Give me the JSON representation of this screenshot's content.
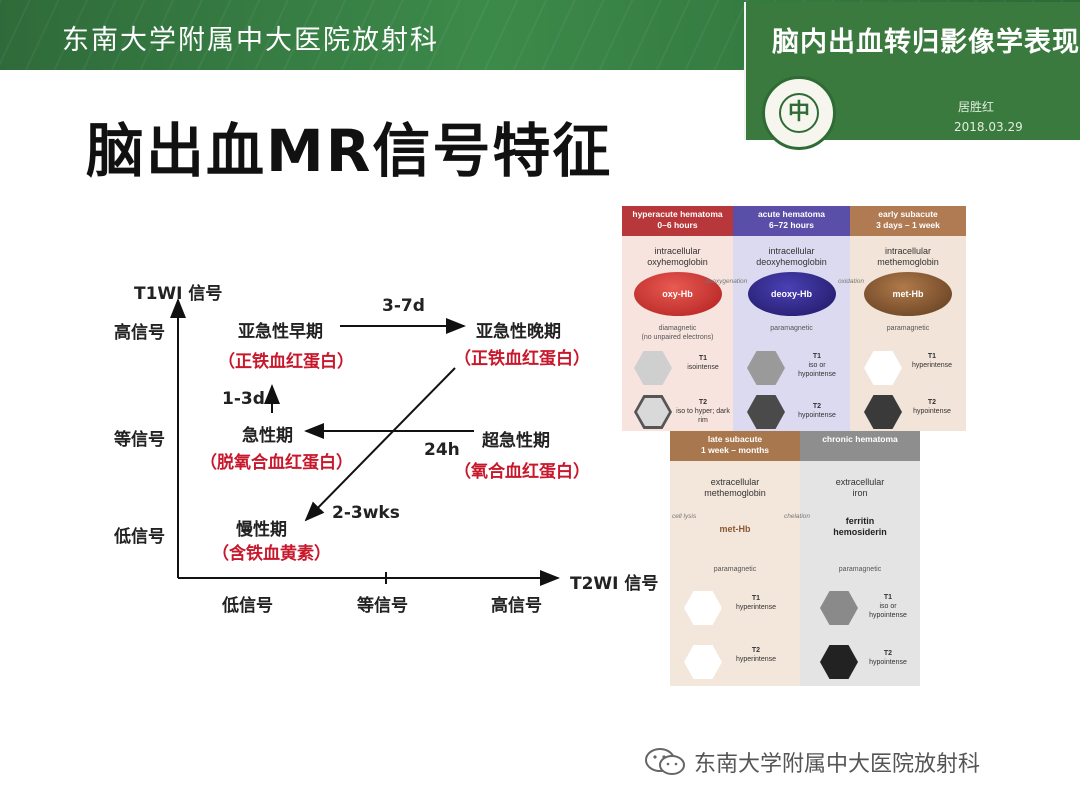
{
  "header": {
    "institution": "东南大学附属中大医院放射科",
    "topic": "脑内出血转归影像学表现",
    "author": "居胜红",
    "date": "2018.03.29"
  },
  "slide_title": "脑出血MR信号特征",
  "diagram": {
    "y_axis_label": "T1WI 信号",
    "x_axis_label": "T2WI 信号",
    "y_levels": [
      "高信号",
      "等信号",
      "低信号"
    ],
    "x_levels": [
      "低信号",
      "等信号",
      "高信号"
    ],
    "stages": [
      {
        "name": "亚急性早期",
        "substance": "（正铁血红蛋白）"
      },
      {
        "name": "亚急性晚期",
        "substance": "（正铁血红蛋白）"
      },
      {
        "name": "急性期",
        "substance": "（脱氧合血红蛋白）"
      },
      {
        "name": "超急性期",
        "substance": "（氧合血红蛋白）"
      },
      {
        "name": "慢性期",
        "substance": "（含铁血黄素）"
      }
    ],
    "transitions": {
      "early_to_late": "3-7d",
      "acute_to_early": "1-3d",
      "hyperacute_to_acute": "24h",
      "late_to_chronic": "2-3wks"
    }
  },
  "figure": {
    "columns": [
      {
        "title": "hyperacute hematoma",
        "time": "0–6 hours",
        "location": "intracellular",
        "substance": "oxyhemoglobin",
        "molecule": "oxy-Hb",
        "magnetism": "diamagnetic",
        "magnetism_note": "(no unpaired electrons)",
        "t1": "isointense",
        "t2": "iso to hyper; dark rim",
        "color": "#cd3b36",
        "header_color": "#b7373a",
        "bg": "#f7e4de",
        "t1_hex": "#cfcfcf",
        "t2_hex": "#d4d4d4"
      },
      {
        "title": "acute hematoma",
        "time": "6–72 hours",
        "location": "intracellular",
        "substance": "deoxyhemoglobin",
        "molecule": "deoxy-Hb",
        "magnetism": "paramagnetic",
        "t1": "iso or hypointense",
        "t2": "hypointense",
        "color": "#3a2f8e",
        "header_color": "#5a4fa8",
        "bg": "#dcdaf0",
        "t1_hex": "#9a9a9a",
        "t2_hex": "#4a4a4a"
      },
      {
        "title": "early subacute",
        "time": "3 days – 1 week",
        "location": "intracellular",
        "substance": "methemoglobin",
        "molecule": "met-Hb",
        "magnetism": "paramagnetic",
        "t1": "hyperintense",
        "t2": "hypointense",
        "color": "#8a5a36",
        "header_color": "#b07a52",
        "bg": "#f2e4d8",
        "t1_hex": "#ffffff",
        "t2_hex": "#3a3a3a"
      },
      {
        "title": "late subacute",
        "time": "1 week – months",
        "location": "extracellular",
        "substance": "methemoglobin",
        "molecule": "met-Hb",
        "magnetism": "paramagnetic",
        "t1": "hyperintense",
        "t2": "hyperintense",
        "header_color": "#a9774e",
        "bg": "#f3e6da",
        "t1_hex": "#ffffff",
        "t2_hex": "#ffffff"
      },
      {
        "title": "chronic hematoma",
        "time": "",
        "location": "extracellular",
        "substance": "iron",
        "molecule": "ferritin\nhemosiderin",
        "magnetism": "paramagnetic",
        "t1": "iso or hypointense",
        "t2": "hypointense",
        "header_color": "#8e8e8e",
        "bg": "#e4e4e4",
        "t1_hex": "#8a8a8a",
        "t2_hex": "#222222"
      }
    ],
    "arrows": [
      "deoxygenation",
      "oxidation",
      "cell lysis",
      "chelation"
    ],
    "labels": {
      "t1": "T1",
      "t2": "T2"
    }
  },
  "watermark": "东南大学附属中大医院放射科"
}
